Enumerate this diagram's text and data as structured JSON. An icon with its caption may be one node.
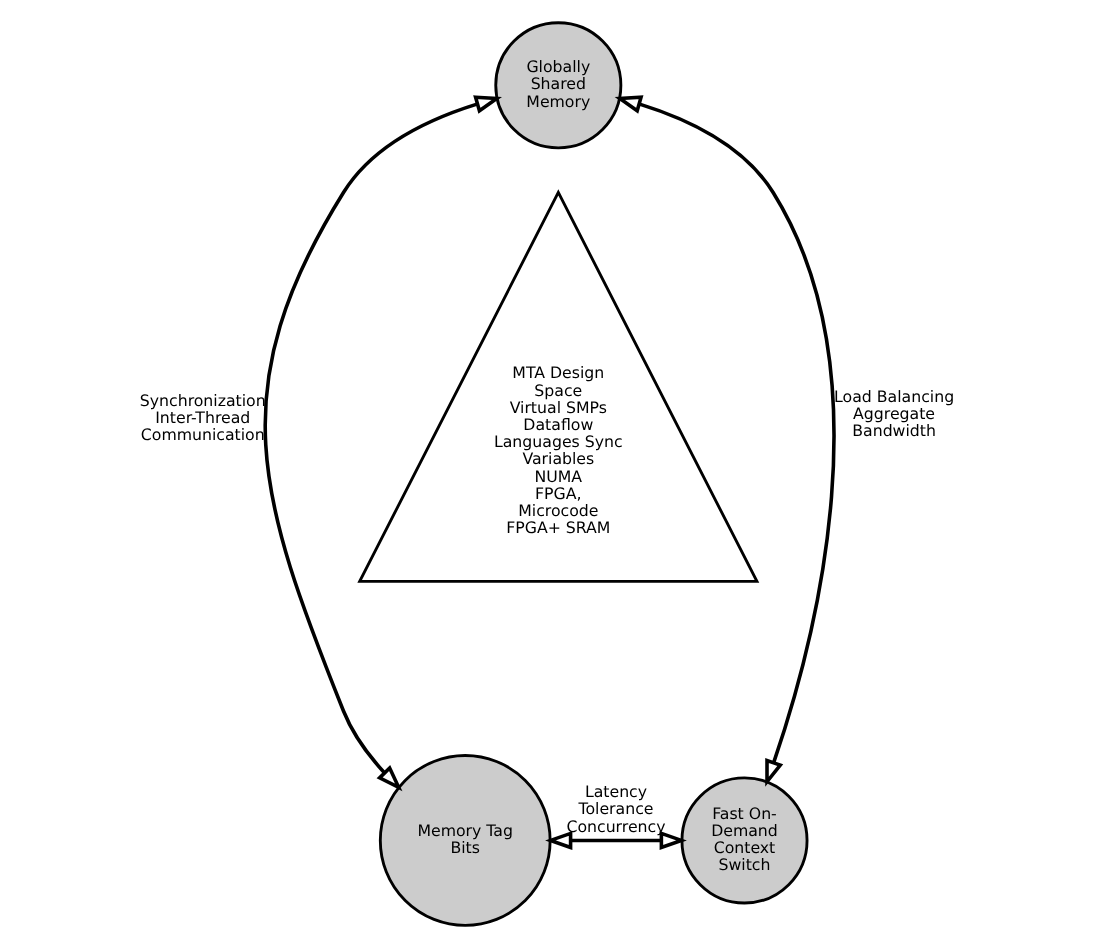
{
  "diagram": {
    "nodes": [
      {
        "text": [
          "Globally Shared Memory"
        ]
      },
      {
        "text": [
          "MTA Design Space",
          "Virtual SMPs",
          "Dataflow Languages Sync Variables",
          "NUMA",
          "FPGA, Microcode",
          "FPGA+ SRAM"
        ]
      },
      {
        "text": [
          "Memory Tag Bits"
        ]
      },
      {
        "text": [
          "Fast On-Demand Context Switch"
        ]
      }
    ],
    "edges": [
      {
        "from": 2,
        "to": 0,
        "arrow": "both",
        "label": "Synchronization Inter-Thread Communication"
      },
      {
        "from": 0,
        "to": 3,
        "arrow": "both",
        "label": "Load Balancing Aggregate Bandwidth"
      },
      {
        "from": 2,
        "to": 3,
        "arrow": "both",
        "label": "Latency Tolerance Concurrency"
      }
    ]
  }
}
